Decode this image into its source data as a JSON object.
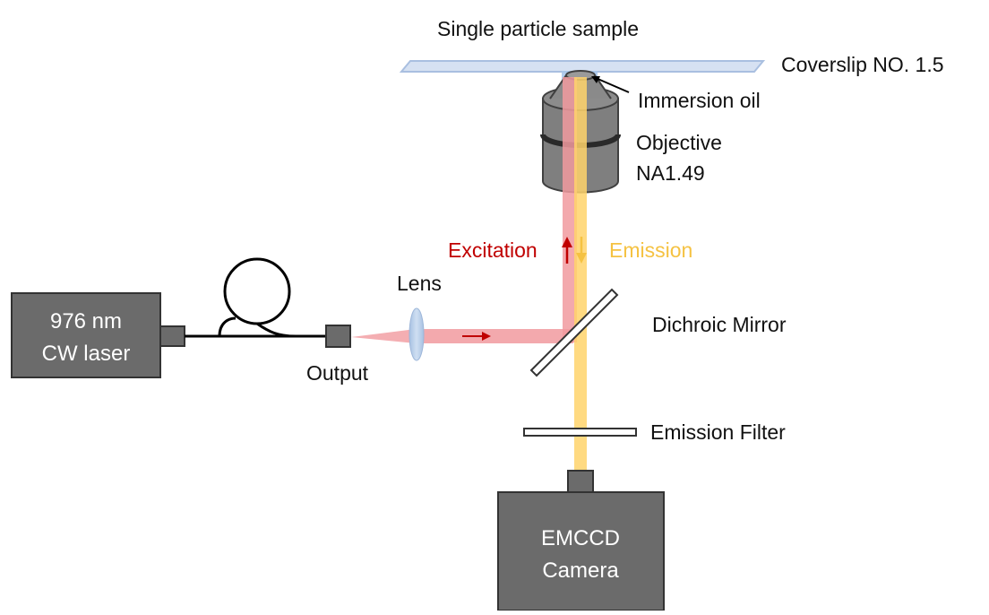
{
  "labels": {
    "sample": "Single particle sample",
    "coverslip": "Coverslip NO. 1.5",
    "immersion_oil": "Immersion oil",
    "objective_line1": "Objective",
    "objective_line2": "NA1.49",
    "excitation": "Excitation",
    "emission": "Emission",
    "lens": "Lens",
    "laser_line1": "976 nm",
    "laser_line2": "CW laser",
    "output": "Output",
    "dichroic": "Dichroic Mirror",
    "emission_filter": "Emission Filter",
    "camera_line1": "EMCCD",
    "camera_line2": "Camera"
  },
  "colors": {
    "excitation_beam": "#f19a9f",
    "excitation_text": "#c00000",
    "emission_beam": "#ffd36b",
    "emission_text": "#f5c242",
    "box_fill": "#6b6b6b",
    "box_stroke": "#333333",
    "objective_fill": "#7f7f7f",
    "coverslip": "#cfdcf0",
    "lens": "#b4cbe6",
    "oil": "#a9c6ea"
  }
}
